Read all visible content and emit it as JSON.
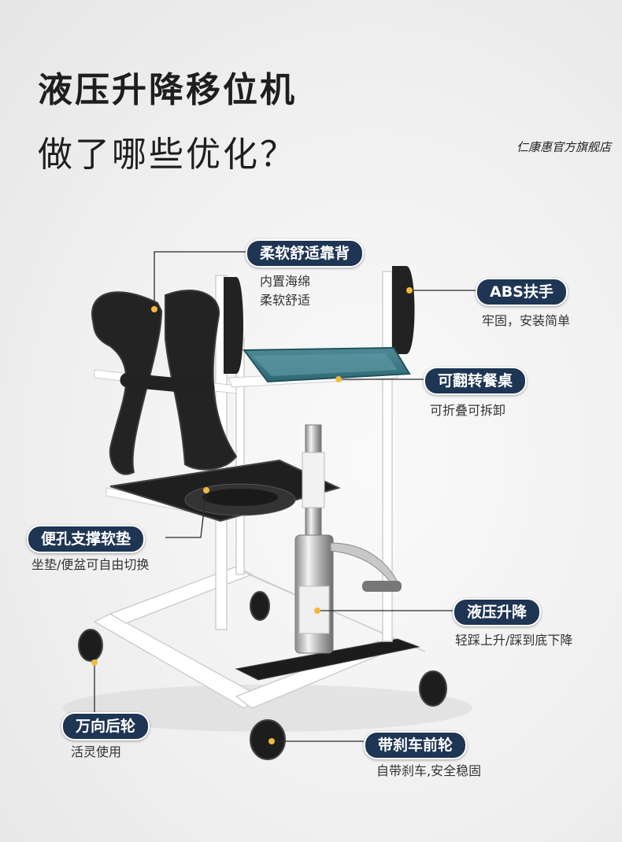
{
  "title_line1": "液压升降移位机",
  "title_line2": "做了哪些优化？",
  "shop_name": "仁康惠官方旗舰店",
  "accent_color": "#1e3553",
  "marker_color": "#f5b73c",
  "features": {
    "backrest": {
      "label": "柔软舒适靠背",
      "desc": [
        "内置海绵",
        "柔软舒适"
      ]
    },
    "armrest": {
      "label": "ABS扶手",
      "desc": [
        "牢固，安装简单"
      ]
    },
    "tray": {
      "label": "可翻转餐桌",
      "desc": [
        "可折叠可拆卸"
      ]
    },
    "cushion": {
      "label": "便孔支撑软垫",
      "desc": [
        "坐垫/便盆可自由切换"
      ]
    },
    "hydraulic": {
      "label": "液压升降",
      "desc": [
        "轻踩上升/踩到底下降"
      ]
    },
    "rear_wheel": {
      "label": "万向后轮",
      "desc": [
        "活灵使用"
      ]
    },
    "front_wheel": {
      "label": "带刹车前轮",
      "desc": [
        "自带刹车,安全稳固"
      ]
    }
  }
}
